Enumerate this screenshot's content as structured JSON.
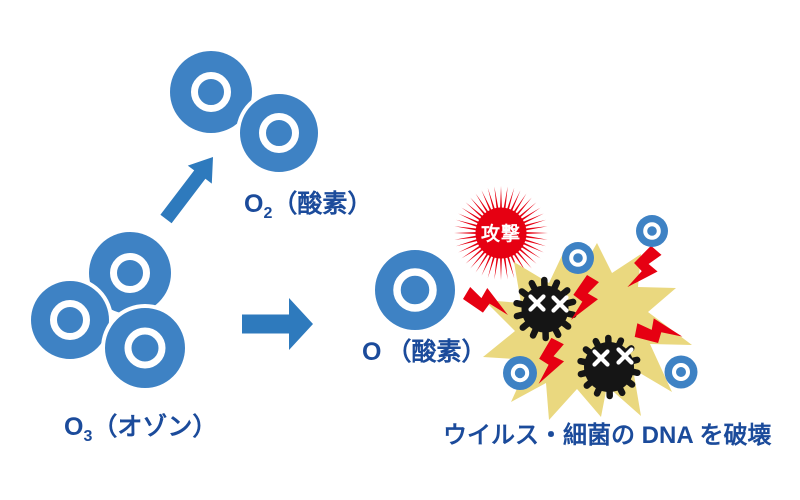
{
  "labels": {
    "ozone": {
      "o": "O",
      "sub": "3",
      "rest": "（オゾン）"
    },
    "oxygen2": {
      "o": "O",
      "sub": "2",
      "rest": "（酸素）"
    },
    "oxygen1": {
      "o": "O",
      "rest": "（酸素）"
    },
    "attack": "攻撃",
    "result": "ウイルス・細菌の DNA を破壊"
  },
  "icons": {
    "ozone_molecule": "three-oxygen-atoms",
    "oxygen_molecule": "two-oxygen-atoms",
    "single_oxygen": "one-oxygen-atom",
    "arrow_up_right": "thick-arrow-up-right",
    "arrow_right": "thick-arrow-right",
    "attack_burst": "red-sunburst-badge",
    "damaged_cell": "yellow-spiky-cell",
    "virus": "black-spiky-virus-dead-eyes",
    "lightning": "red-lightning-bolt",
    "oxygen_bubble": "small-blue-oxygen-circle"
  },
  "colors": {
    "c-molecule": "#3e82c4",
    "c-arrow": "#2e7abd",
    "c-text": "#1b4b9b",
    "c-red": "#e60012",
    "c-yellow": "#ead87f",
    "c-virus": "#151515"
  }
}
